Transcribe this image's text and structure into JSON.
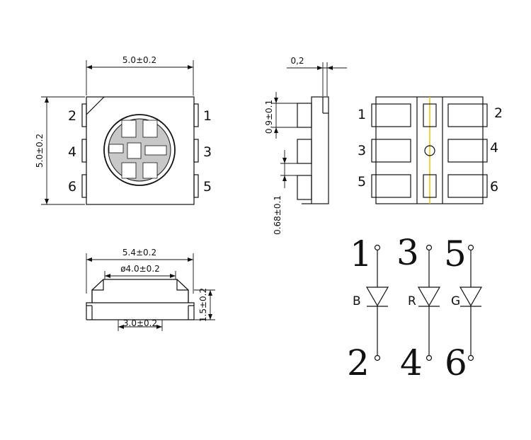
{
  "top_view": {
    "width_dim": "5.0±0.2",
    "height_dim": "5.0±0.2",
    "pins_left": [
      "2",
      "4",
      "6"
    ],
    "pins_right": [
      "1",
      "3",
      "5"
    ]
  },
  "side_view": {
    "top_dim": "0,2",
    "pad_dim": "0.9±0.1",
    "gap_dim": "0.68±0.1"
  },
  "bottom_view": {
    "pins_left": [
      "1",
      "3",
      "5"
    ],
    "pins_right": [
      "2",
      "4",
      "6"
    ]
  },
  "front_view": {
    "width_dim": "5.4±0.2",
    "lens_dim": "ø4.0±0.2",
    "base_dim": "3.0±0.2",
    "height_dim": "1.5±0.2"
  },
  "schematic": {
    "top_pins": [
      "1",
      "3",
      "5"
    ],
    "bottom_pins": [
      "2",
      "4",
      "6"
    ],
    "channels": [
      "B",
      "R",
      "G"
    ]
  },
  "colors": {
    "line": "#111111",
    "lens_fill": "#c8c8c8",
    "marker": "#e8c000"
  }
}
